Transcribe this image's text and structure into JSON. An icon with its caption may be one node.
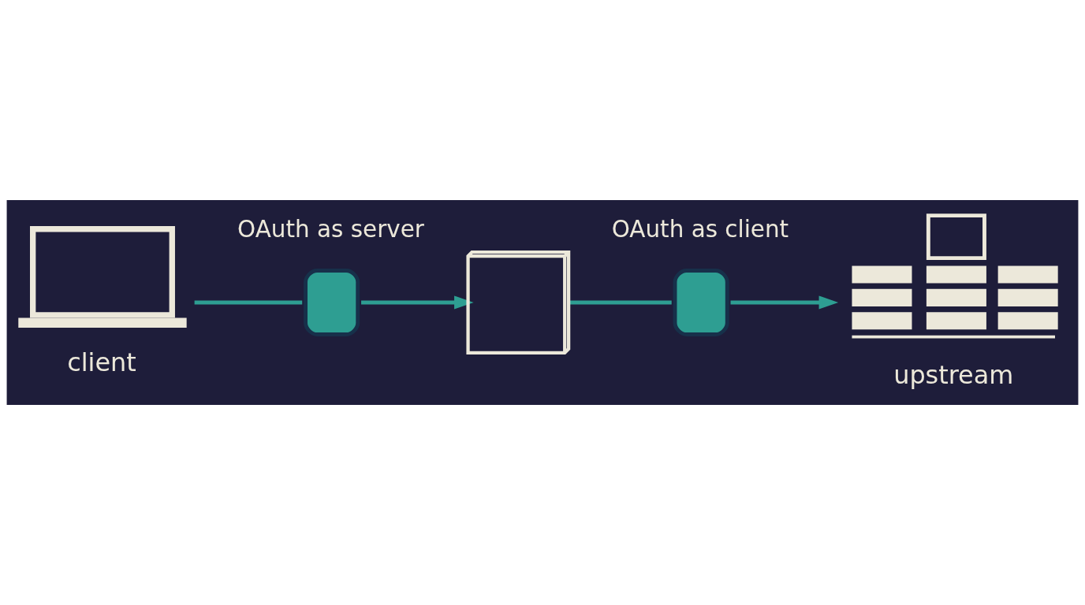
{
  "diagram": {
    "nodes": [
      {
        "text": [
          "client"
        ]
      },
      {
        "text": [
          "OAuth as server"
        ]
      },
      {
        "text": [],
        "shape": "cube"
      },
      {
        "text": [
          "OAuth as client"
        ]
      },
      {
        "text": [
          "upstream"
        ]
      }
    ],
    "edges": [
      {
        "from": 0,
        "to": 1,
        "arrow": "none"
      },
      {
        "from": 1,
        "to": 2,
        "arrow": "to"
      },
      {
        "from": 2,
        "to": 3,
        "arrow": "none"
      },
      {
        "from": 3,
        "to": 4,
        "arrow": "to"
      }
    ]
  }
}
